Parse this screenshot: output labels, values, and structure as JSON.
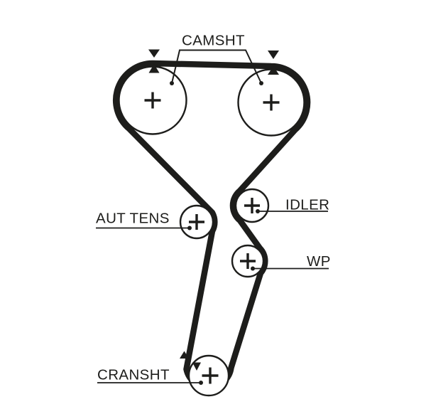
{
  "diagram": {
    "background_color": "#ffffff",
    "ink_color": "#1d1d1b",
    "labels": {
      "camshaft": "CAMSHT",
      "tensioner": "AUT TENS",
      "idler": "IDLER",
      "water_pump": "WP",
      "crankshaft": "CRANSHT"
    },
    "icons": {
      "pulley_center_mark": "+",
      "timing_mark_down": "▼",
      "timing_mark_up": "▲",
      "leader_end": "•"
    },
    "pulleys": [
      {
        "name": "camshaft-left",
        "label": "CAMSHT",
        "center_mark": "+",
        "timing_marks": "▼▲"
      },
      {
        "name": "camshaft-right",
        "label": "CAMSHT",
        "center_mark": "+",
        "timing_marks": "▼▲"
      },
      {
        "name": "automatic-tensioner",
        "label": "AUT TENS",
        "center_mark": "+"
      },
      {
        "name": "idler",
        "label": "IDLER",
        "center_mark": "+"
      },
      {
        "name": "water-pump",
        "label": "WP",
        "center_mark": "+"
      },
      {
        "name": "crankshaft",
        "label": "CRANSHT",
        "center_mark": "+",
        "timing_marks": "▲▼"
      }
    ]
  }
}
